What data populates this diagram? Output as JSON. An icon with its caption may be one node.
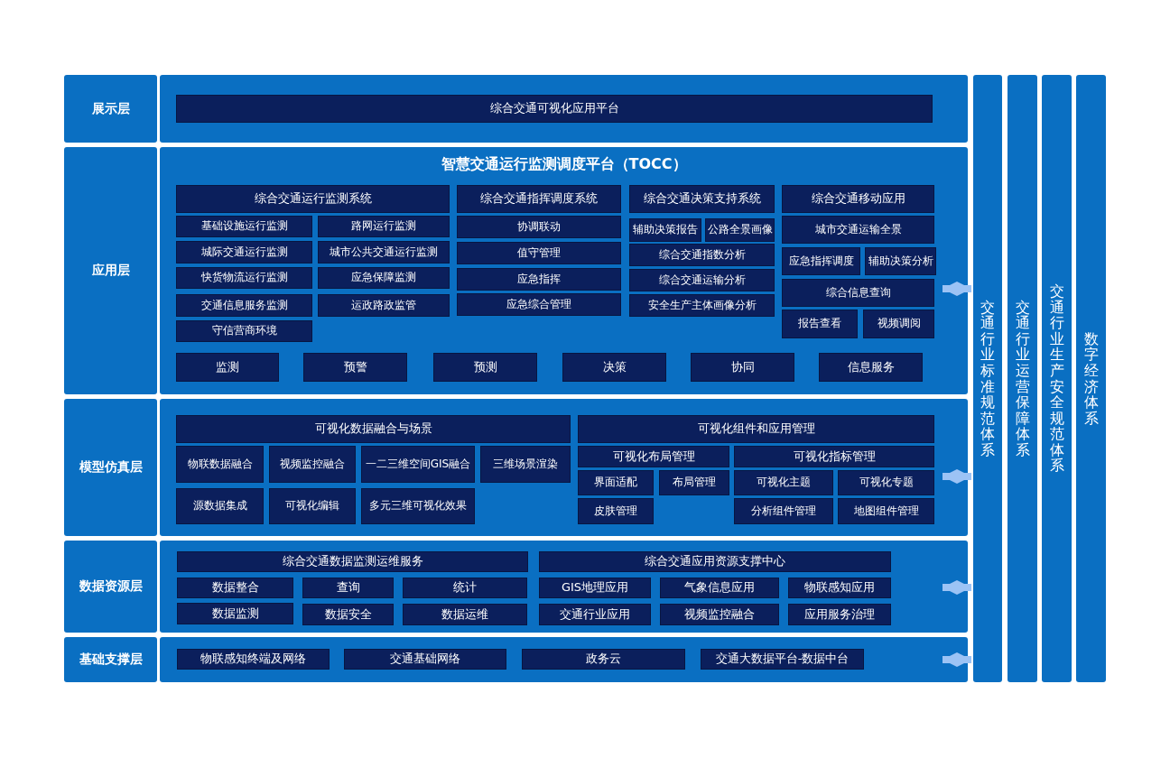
{
  "diagram": {
    "nodes": [
      {
        "text": [
          "展示层"
        ]
      },
      {
        "text": [],
        "shape": "box"
      },
      {
        "text": [
          "综合交通可视化应用平台"
        ],
        "in": 1
      },
      {
        "text": [
          "应用层"
        ]
      },
      {
        "text": [
          "智慧交通运行监测调度平台（TOCC）"
        ]
      },
      {
        "text": [
          "综合交通运行监测系统"
        ],
        "in": 4
      },
      {
        "text": [
          "综合交通指挥调度系统"
        ],
        "in": 4
      },
      {
        "text": [
          "综合交通决策支持系统"
        ],
        "in": 4
      },
      {
        "text": [
          "综合交通移动应用"
        ],
        "in": 4
      },
      {
        "text": [
          "基础设施运行监测"
        ],
        "in": 4
      },
      {
        "text": [
          "路网运行监测"
        ],
        "in": 4
      },
      {
        "text": [
          "协调联动"
        ],
        "in": 4
      },
      {
        "text": [
          "辅助决策报告"
        ],
        "in": 4
      },
      {
        "text": [
          "公路全景画像"
        ],
        "in": 4
      },
      {
        "text": [
          "城市交通运输全景"
        ],
        "in": 4
      },
      {
        "text": [
          "城际交通运行监测"
        ],
        "in": 4
      },
      {
        "text": [
          "城市公共交通运行监测"
        ],
        "in": 4
      },
      {
        "text": [
          "值守管理"
        ],
        "in": 4
      },
      {
        "text": [
          "综合交通指数分析"
        ],
        "in": 4
      },
      {
        "text": [
          "应急指挥调度"
        ],
        "in": 4
      },
      {
        "text": [
          "辅助决策分析"
        ],
        "in": 4
      },
      {
        "text": [
          "快货物流运行监测"
        ],
        "in": 4
      },
      {
        "text": [
          "应急保障监测"
        ],
        "in": 4
      },
      {
        "text": [
          "应急指挥"
        ],
        "in": 4
      },
      {
        "text": [
          "综合交通运输分析"
        ],
        "in": 4
      },
      {
        "text": [
          "综合信息查询"
        ],
        "in": 4
      },
      {
        "text": [
          "交通信息服务监测"
        ],
        "in": 4
      },
      {
        "text": [
          "运政路政监管"
        ],
        "in": 4
      },
      {
        "text": [
          "应急综合管理"
        ],
        "in": 4
      },
      {
        "text": [
          "安全生产主体画像分析"
        ],
        "in": 4
      },
      {
        "text": [
          "报告查看"
        ],
        "in": 4
      },
      {
        "text": [
          "视频调阅"
        ],
        "in": 4
      },
      {
        "text": [
          "守信营商环境"
        ],
        "in": 4
      },
      {
        "text": [
          "监测"
        ],
        "in": 4
      },
      {
        "text": [
          "预警"
        ],
        "in": 4
      },
      {
        "text": [
          "预测"
        ],
        "in": 4
      },
      {
        "text": [
          "决策"
        ],
        "in": 4
      },
      {
        "text": [
          "协同"
        ],
        "in": 4
      },
      {
        "text": [
          "信息服务"
        ],
        "in": 4
      },
      {
        "text": [
          "模型仿真层"
        ]
      },
      {
        "text": [],
        "shape": "box"
      },
      {
        "text": [
          "可视化数据融合与场景"
        ],
        "in": 40
      },
      {
        "text": [
          "可视化组件和应用管理"
        ],
        "in": 40
      },
      {
        "text": [
          "物联数据融合"
        ],
        "in": 40
      },
      {
        "text": [
          "视频监控融合"
        ],
        "in": 40
      },
      {
        "text": [
          "一二三维空间GIS融合"
        ],
        "in": 40
      },
      {
        "text": [
          "三维场景渲染"
        ],
        "in": 40
      },
      {
        "text": [
          "可视化布局管理"
        ],
        "in": 40
      },
      {
        "text": [
          "可视化指标管理"
        ],
        "in": 40
      },
      {
        "text": [
          "界面适配"
        ],
        "in": 40
      },
      {
        "text": [
          "布局管理"
        ],
        "in": 40
      },
      {
        "text": [
          "可视化主题"
        ],
        "in": 40
      },
      {
        "text": [
          "可视化专题"
        ],
        "in": 40
      },
      {
        "text": [
          "源数据集成"
        ],
        "in": 40
      },
      {
        "text": [
          "可视化编辑"
        ],
        "in": 40
      },
      {
        "text": [
          "多元三维可视化效果"
        ],
        "in": 40
      },
      {
        "text": [
          "皮肤管理"
        ],
        "in": 40
      },
      {
        "text": [
          "分析组件管理"
        ],
        "in": 40
      },
      {
        "text": [
          "地图组件管理"
        ],
        "in": 40
      },
      {
        "text": [
          "数据资源层"
        ]
      },
      {
        "text": [],
        "shape": "box"
      },
      {
        "text": [
          "综合交通数据监测运维服务"
        ],
        "in": 60
      },
      {
        "text": [
          "综合交通应用资源支撑中心"
        ],
        "in": 60
      },
      {
        "text": [
          "数据整合"
        ],
        "in": 60
      },
      {
        "text": [
          "查询"
        ],
        "in": 60
      },
      {
        "text": [
          "统计"
        ],
        "in": 60
      },
      {
        "text": [
          "GIS地理应用"
        ],
        "in": 60
      },
      {
        "text": [
          "气象信息应用"
        ],
        "in": 60
      },
      {
        "text": [
          "物联感知应用"
        ],
        "in": 60
      },
      {
        "text": [
          "数据监测"
        ],
        "in": 60
      },
      {
        "text": [
          "数据安全"
        ],
        "in": 60
      },
      {
        "text": [
          "数据运维"
        ],
        "in": 60
      },
      {
        "text": [
          "交通行业应用"
        ],
        "in": 60
      },
      {
        "text": [
          "视频监控融合"
        ],
        "in": 60
      },
      {
        "text": [
          "应用服务治理"
        ],
        "in": 60
      },
      {
        "text": [
          "基础支撑层"
        ]
      },
      {
        "text": [],
        "shape": "box"
      },
      {
        "text": [
          "物联感知终端及网络"
        ],
        "in": 76
      },
      {
        "text": [
          "交通基础网络"
        ],
        "in": 76
      },
      {
        "text": [
          "政务云"
        ],
        "in": 76
      },
      {
        "text": [
          "交通大数据平台-数据中台"
        ],
        "in": 76
      },
      {
        "text": [
          "交通行业标准规范体系"
        ]
      },
      {
        "text": [
          "交通行业运营保障体系"
        ]
      },
      {
        "text": [
          "交通行业生产安全规范体系"
        ]
      },
      {
        "text": [
          "数字经济体系"
        ]
      }
    ],
    "edges": [
      {
        "from": 4,
        "to": 81,
        "arrow": "both"
      },
      {
        "from": 40,
        "to": 81,
        "arrow": "both"
      },
      {
        "from": 60,
        "to": 81,
        "arrow": "both"
      },
      {
        "from": 76,
        "to": 81,
        "arrow": "both"
      }
    ]
  }
}
